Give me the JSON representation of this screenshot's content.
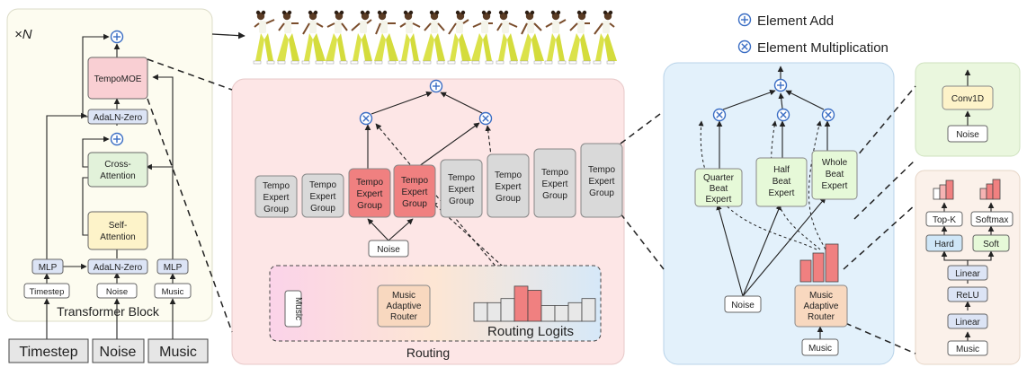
{
  "legend": {
    "add": "Element Add",
    "mult": "Element Multiplication"
  },
  "transformer": {
    "repeat": "×N",
    "title": "Transformer Block",
    "tempomoe": "TempoMOE",
    "adaln_top": "AdaLN-Zero",
    "cross_attention": [
      "Cross-",
      "Attention"
    ],
    "self_attention": [
      "Self-",
      "Attention"
    ],
    "mlp_left": "MLP",
    "adaln_bottom": "AdaLN-Zero",
    "mlp_right": "MLP",
    "in_timestep": "Timestep",
    "in_noise": "Noise",
    "in_music": "Music"
  },
  "bottom_inputs": {
    "timestep": "Timestep",
    "noise": "Noise",
    "music": "Music"
  },
  "routing": {
    "title": "Routing",
    "expert_group": [
      "Tempo",
      "Expert",
      "Group"
    ],
    "group_count": 8,
    "active_groups": [
      2,
      3
    ],
    "noise": "Noise",
    "music": "Music",
    "router": [
      "Music",
      "Adaptive",
      "Router"
    ],
    "logits_label": "Routing Logits",
    "logit_values": [
      0.45,
      0.45,
      0.55,
      0.85,
      0.75,
      0.38,
      0.38,
      0.45,
      0.55
    ]
  },
  "experts": {
    "quarter": [
      "Quarter",
      "Beat",
      "Expert"
    ],
    "half": [
      "Half",
      "Beat",
      "Expert"
    ],
    "whole": [
      "Whole",
      "Beat",
      "Expert"
    ],
    "noise": "Noise",
    "router": [
      "Music",
      "Adaptive",
      "Router"
    ],
    "music": "Music"
  },
  "conv_panel": {
    "conv": "Conv1D",
    "noise": "Noise"
  },
  "router_panel": {
    "topk": "Top-K",
    "softmax": "Softmax",
    "hard": "Hard",
    "soft": "Soft",
    "linear1": "Linear",
    "relu": "ReLU",
    "linear2": "Linear",
    "music": "Music"
  },
  "colors": {
    "active_red": "#f08080",
    "tempomoe_pink": "#f9cfd3",
    "expert_green": "#e6f9d8",
    "router_peach": "#f8d8bf",
    "attention_yellow": "#fdf3c9",
    "attention_green": "#e2f2da",
    "box_blue": "#dce4f5",
    "group_gray": "#d9d9d9",
    "routing_bg": "#fde6e6",
    "expert_bg": "#e3f1fb",
    "conv_bg": "#eaf7de",
    "router_panel_bg": "#fbf1ea"
  }
}
